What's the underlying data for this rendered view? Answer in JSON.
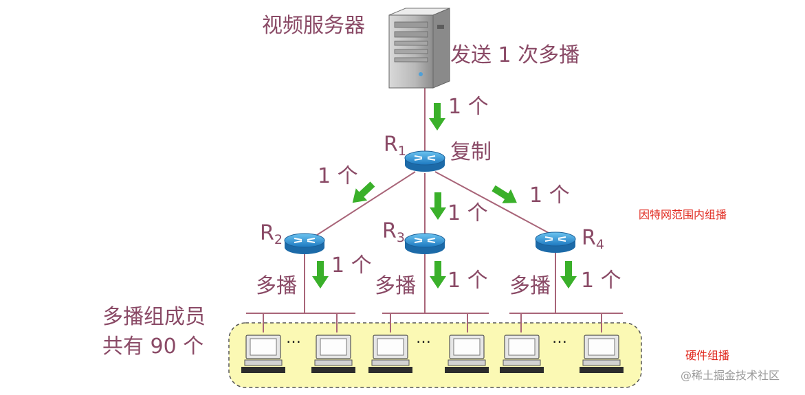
{
  "labels": {
    "server": "视频服务器",
    "send_once": "发送 1 次多播",
    "one_copy": "1 个",
    "replicate": "复制",
    "multicast": "多播",
    "members_line1": "多播组成员",
    "members_line2": "共有 90 个",
    "internet_multicast": "因特网范围内组播",
    "hardware_multicast": "硬件组播",
    "ellipsis": "…",
    "watermark": "@稀土掘金技术社区"
  },
  "routers": [
    {
      "name": "R",
      "sub": "1"
    },
    {
      "name": "R",
      "sub": "2"
    },
    {
      "name": "R",
      "sub": "3"
    },
    {
      "name": "R",
      "sub": "4"
    }
  ],
  "colors": {
    "text": "#8a4a66",
    "line": "#a86478",
    "arrow": "#3ab02a",
    "router": "#2a8fd0",
    "group_fill": "#fbf9b4",
    "red_text": "#e0281e"
  }
}
